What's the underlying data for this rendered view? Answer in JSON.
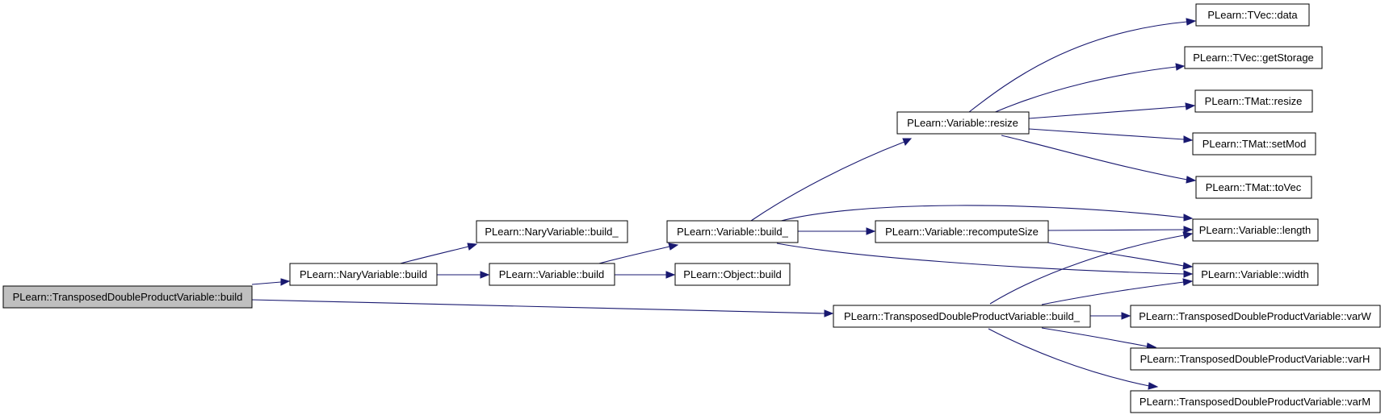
{
  "colors": {
    "edge": "#191970",
    "root_fill": "#bfbfbf",
    "node_fill": "#ffffff"
  },
  "nodes": {
    "root": "PLearn::TransposedDoubleProductVariable::build",
    "nary_build": "PLearn::NaryVariable::build",
    "nary_build_": "PLearn::NaryVariable::build_",
    "var_build": "PLearn::Variable::build",
    "var_build_": "PLearn::Variable::build_",
    "obj_build": "PLearn::Object::build",
    "var_resize": "PLearn::Variable::resize",
    "var_recompute": "PLearn::Variable::recomputeSize",
    "tvec_data": "PLearn::TVec::data",
    "tvec_getstorage": "PLearn::TVec::getStorage",
    "tmat_resize": "PLearn::TMat::resize",
    "tmat_setmod": "PLearn::TMat::setMod",
    "tmat_tovec": "PLearn::TMat::toVec",
    "var_length": "PLearn::Variable::length",
    "var_width": "PLearn::Variable::width",
    "tdp_build_": "PLearn::TransposedDoubleProductVariable::build_",
    "tdp_varw": "PLearn::TransposedDoubleProductVariable::varW",
    "tdp_varh": "PLearn::TransposedDoubleProductVariable::varH",
    "tdp_varm": "PLearn::TransposedDoubleProductVariable::varM"
  }
}
